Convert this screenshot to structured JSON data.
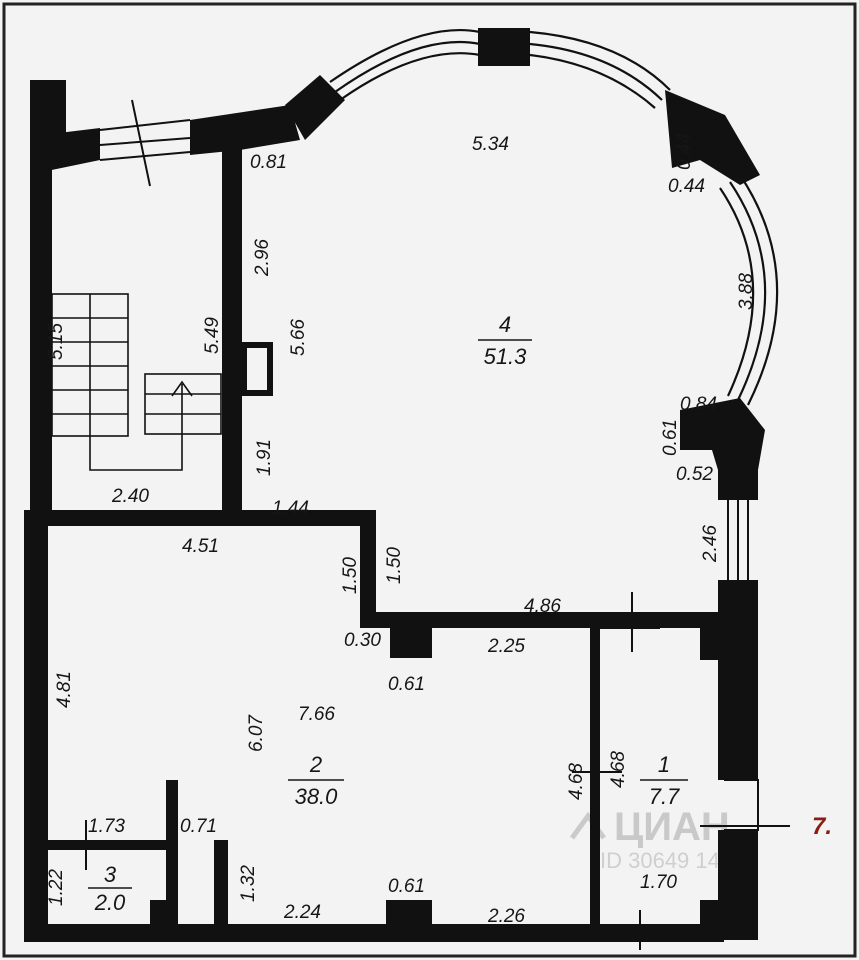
{
  "plan": {
    "rooms": [
      {
        "number": "1",
        "area": "7.7"
      },
      {
        "number": "2",
        "area": "38.0"
      },
      {
        "number": "3",
        "area": "2.0"
      },
      {
        "number": "4",
        "area": "51.3"
      }
    ],
    "dimensions": {
      "d_0_81": "0.81",
      "d_5_34": "5.34",
      "d_0_44a": "0.44",
      "d_0_44b": "0.44",
      "d_2_96": "2.96",
      "d_5_49": "5.49",
      "d_5_15": "5.15",
      "d_5_66": "5.66",
      "d_3_88": "3.88",
      "d_0_84": "0.84",
      "d_0_61a": "0.61",
      "d_0_52": "0.52",
      "d_1_91": "1.91",
      "d_2_40": "2.40",
      "d_1_44": "1.44",
      "d_4_51": "4.51",
      "d_1_50a": "1.50",
      "d_1_50b": "1.50",
      "d_2_46": "2.46",
      "d_4_86": "4.86",
      "d_0_30": "0.30",
      "d_2_25": "2.25",
      "d_0_61b": "0.61",
      "d_4_81": "4.81",
      "d_6_07": "6.07",
      "d_7_66": "7.66",
      "d_4_68a": "4.68",
      "d_4_68b": "4.68",
      "d_1_73": "1.73",
      "d_0_71": "0.71",
      "d_1_22": "1.22",
      "d_1_32": "1.32",
      "d_0_61c": "0.61",
      "d_1_70": "1.70",
      "d_2_24": "2.24",
      "d_2_26": "2.26"
    },
    "marker": "7.",
    "watermark": {
      "brand": "ЦИАН",
      "id": "ID 30649 1435"
    }
  }
}
